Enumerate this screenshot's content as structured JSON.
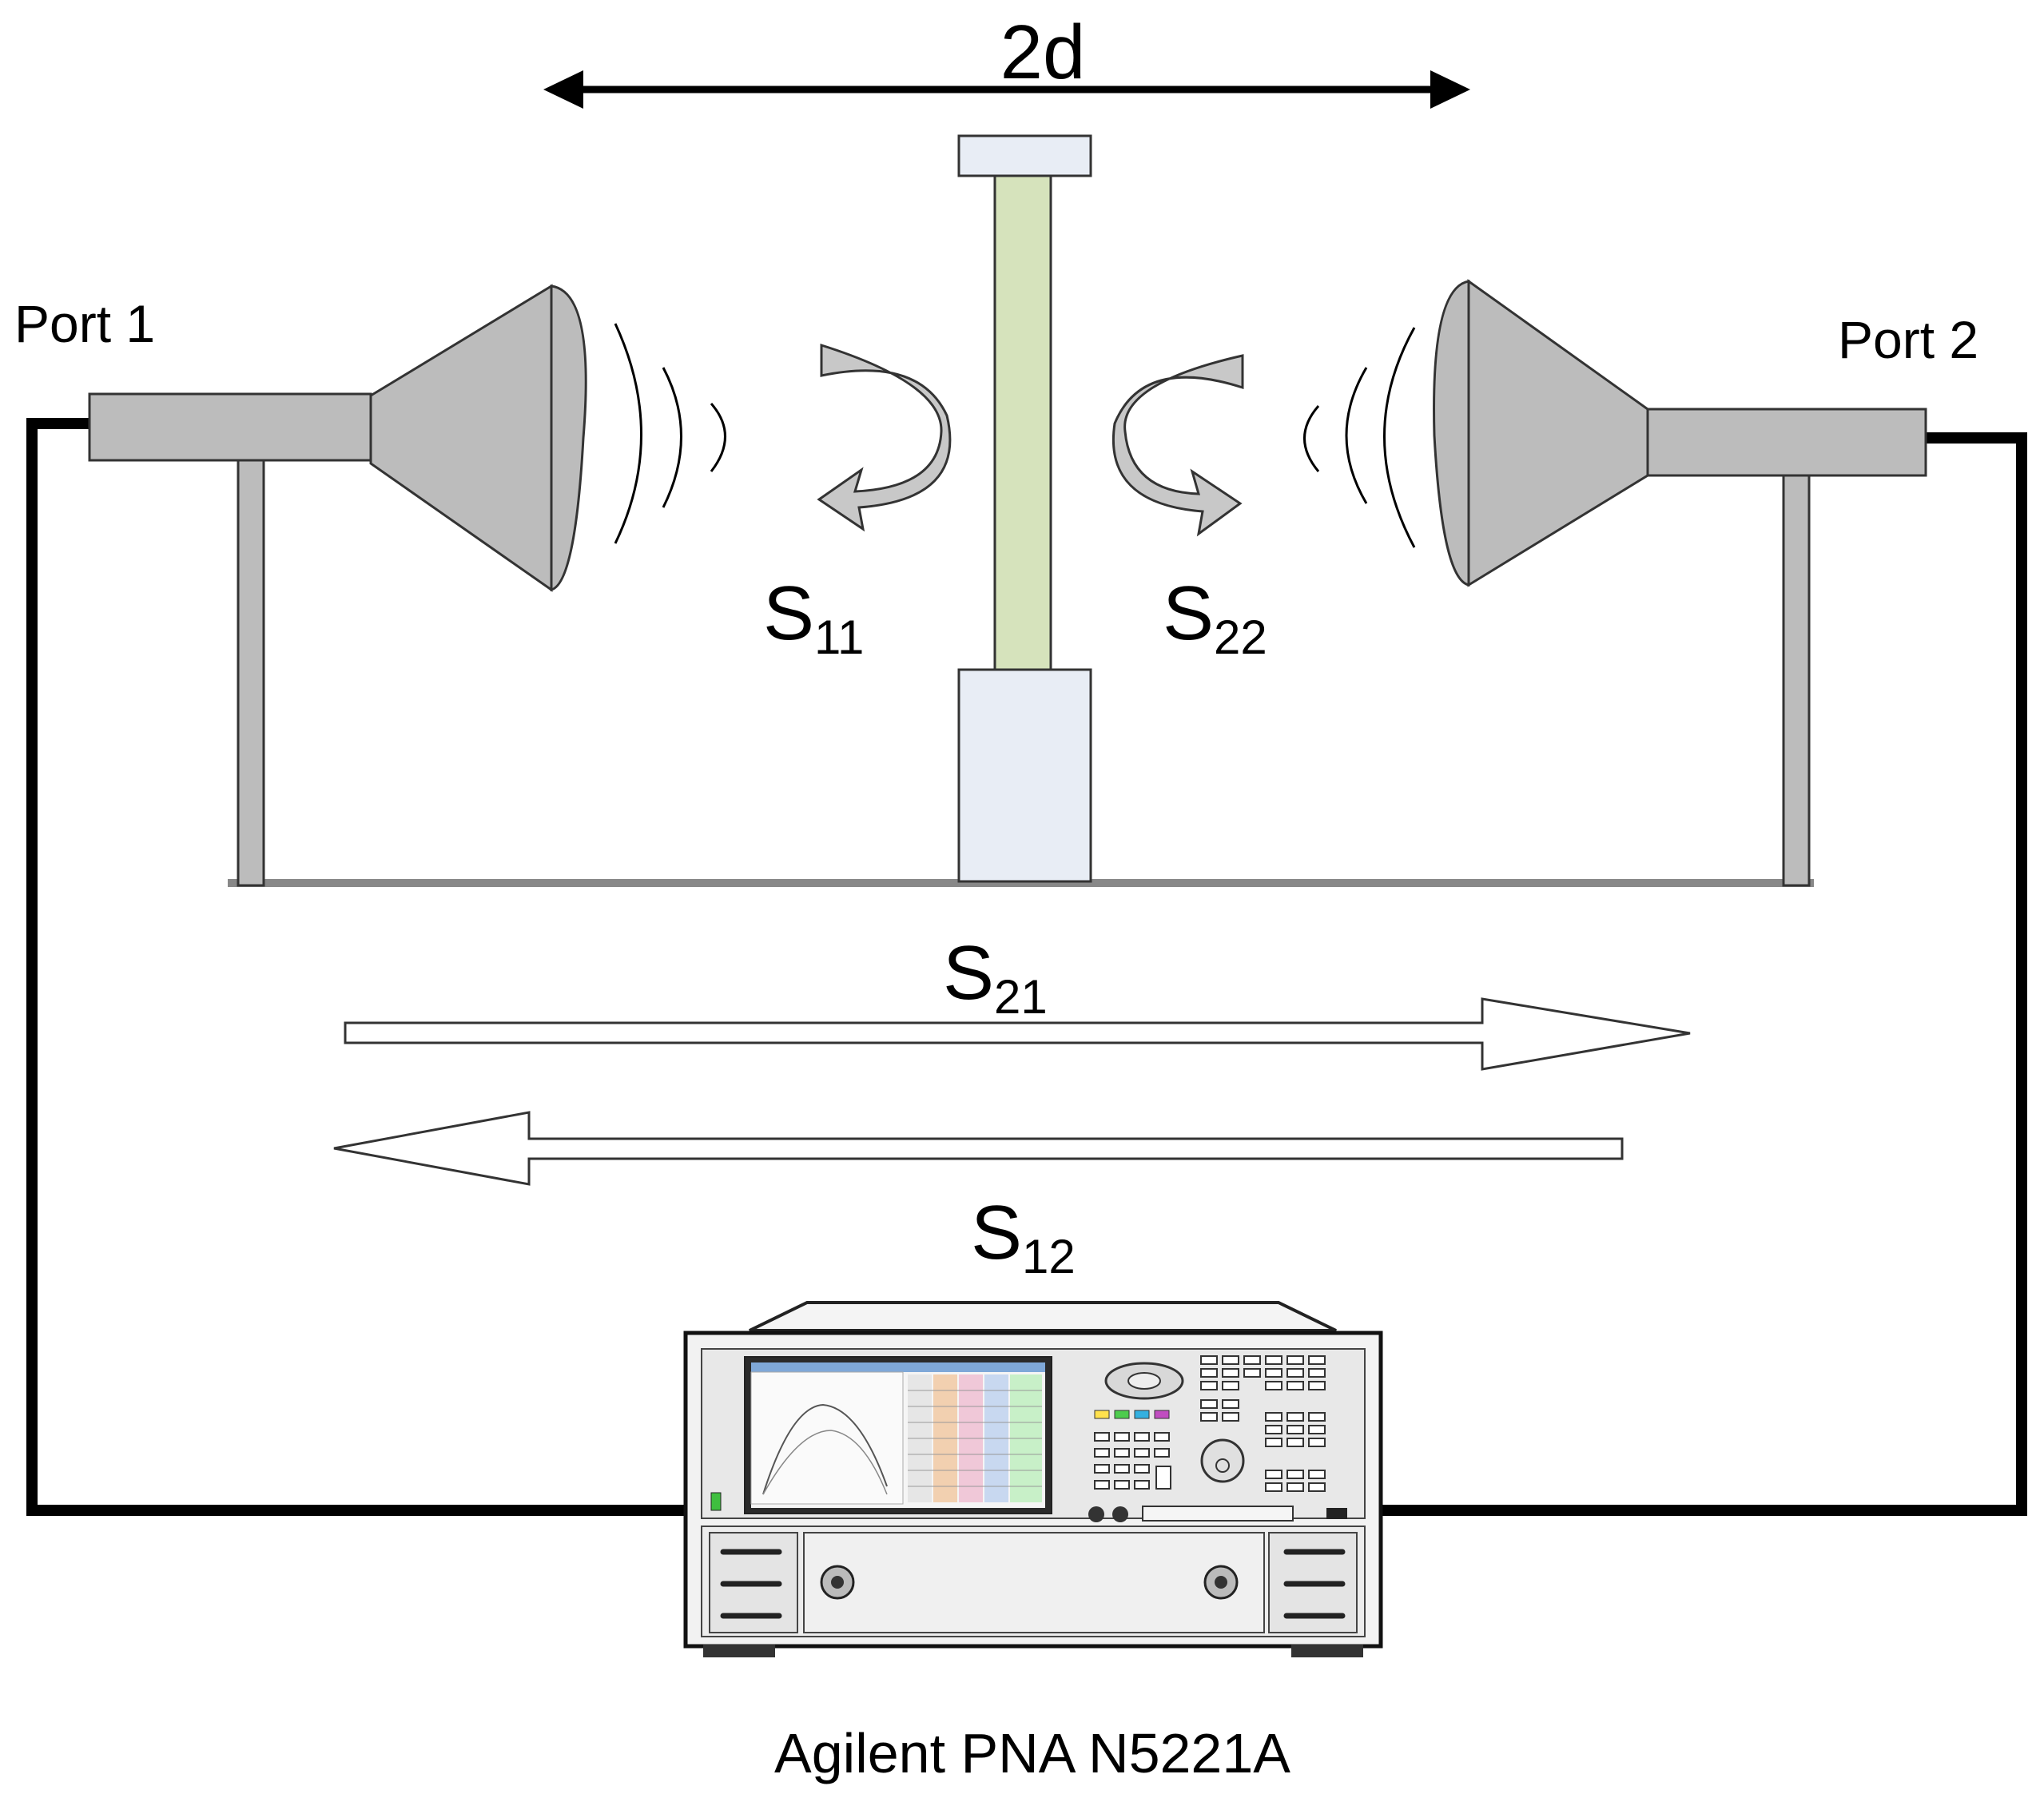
{
  "distance_label": "2d",
  "ports": {
    "port1": "Port 1",
    "port2": "Port 2"
  },
  "s_params": {
    "s11": {
      "base": "S",
      "sub": "11"
    },
    "s22": {
      "base": "S",
      "sub": "22"
    },
    "s21": {
      "base": "S",
      "sub": "21"
    },
    "s12": {
      "base": "S",
      "sub": "12"
    }
  },
  "instrument_label": "Agilent PNA N5221A",
  "colors": {
    "horn_gray": "#bcbcbc",
    "sample_green": "#d6e3bc",
    "holder_blue": "#e8edf5",
    "cable_black": "#000000",
    "arrow_gray": "#c8c8c8"
  }
}
